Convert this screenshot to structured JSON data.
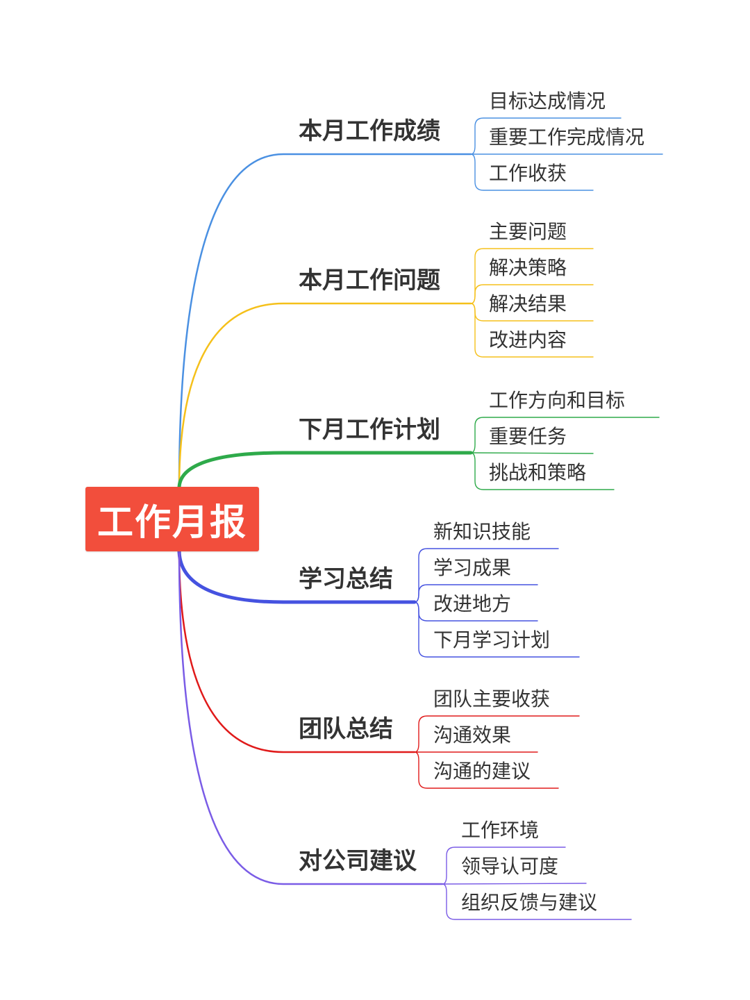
{
  "root": {
    "label": "工作月报",
    "color": "#f24e3c"
  },
  "branches": [
    {
      "label": "本月工作成绩",
      "color": "#4a90e2",
      "children": [
        "目标达成情况",
        "重要工作完成情况",
        "工作收获"
      ]
    },
    {
      "label": "本月工作问题",
      "color": "#f5c01a",
      "children": [
        "主要问题",
        "解决策略",
        "解决结果",
        "改进内容"
      ]
    },
    {
      "label": "下月工作计划",
      "color": "#2eaa4a",
      "children": [
        "工作方向和目标",
        "重要任务",
        "挑战和策略"
      ]
    },
    {
      "label": "学习总结",
      "color": "#4552e0",
      "children": [
        "新知识技能",
        "学习成果",
        "改进地方",
        "下月学习计划"
      ]
    },
    {
      "label": "团队总结",
      "color": "#e01a1a",
      "children": [
        "团队主要收获",
        "沟通效果",
        "沟通的建议"
      ]
    },
    {
      "label": "对公司建议",
      "color": "#7a5ce6",
      "children": [
        "工作环境",
        "领导认可度",
        "组织反馈与建议"
      ]
    }
  ]
}
